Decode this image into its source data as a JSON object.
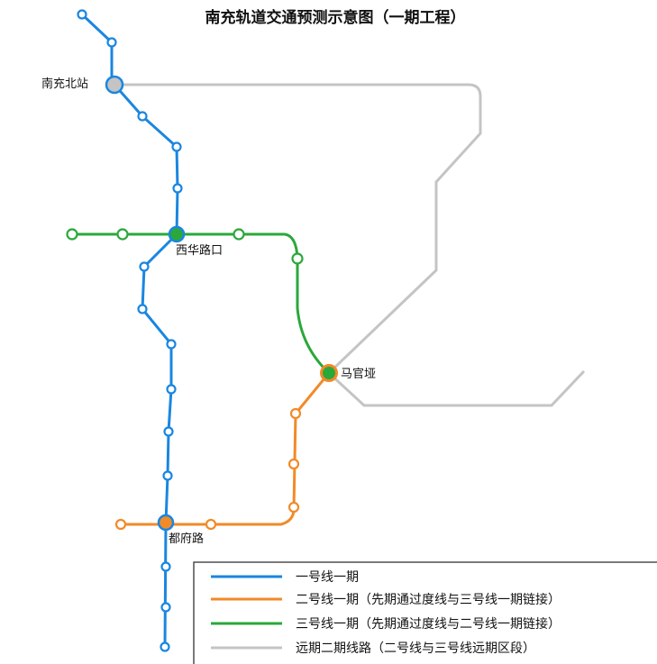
{
  "title": "南充轨道交通预测示意图（一期工程）",
  "colors": {
    "line1": "#1a86e0",
    "line2": "#f28a28",
    "line3": "#2aa83a",
    "future": "#c4c4c4"
  },
  "stations": {
    "nanchong_north": "南充北站",
    "xihua_road": "西华路口",
    "maguanya": "马官垭",
    "dufu_road": "都府路"
  },
  "legend": [
    {
      "key": "line1",
      "label": "一号线一期"
    },
    {
      "key": "line2",
      "label": "二号线一期（先期通过度线与三号线一期链接）"
    },
    {
      "key": "line3",
      "label": "三号线一期（先期通过度线与二号线一期链接）"
    },
    {
      "key": "future",
      "label": "远期二期线路（二号线与三号线远期区段）"
    }
  ]
}
